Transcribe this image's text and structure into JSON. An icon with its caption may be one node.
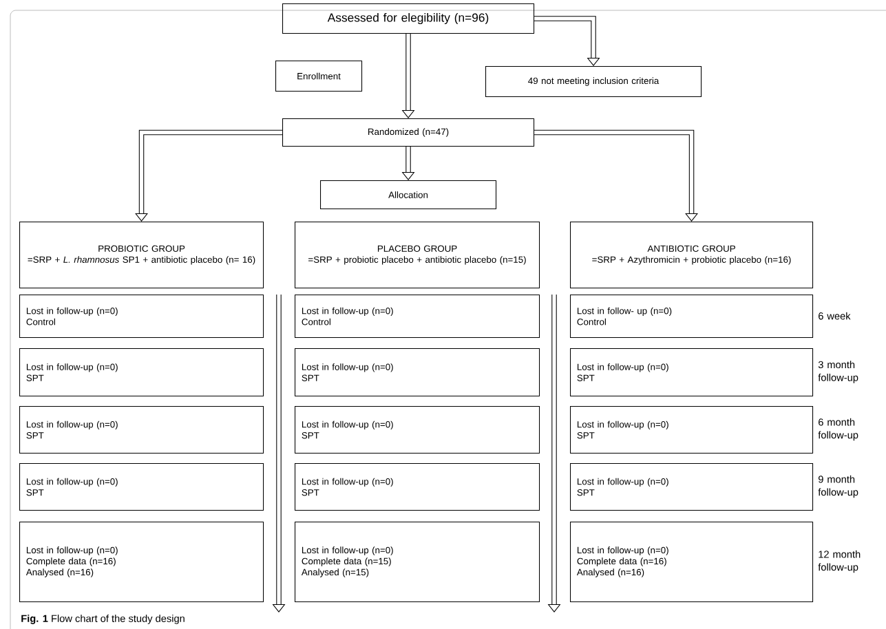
{
  "diagram": {
    "caption": "**Fig. 1** Flow chart of the study design",
    "nodes": [
      {
        "text": [
          "Assessed for elegibility (n=96)"
        ]
      },
      {
        "text": [
          "Enrollment"
        ]
      },
      {
        "text": [
          "49 not meeting inclusion criteria"
        ]
      },
      {
        "text": [
          "Randomized (n=47)"
        ]
      },
      {
        "text": [
          "Allocation"
        ]
      },
      {
        "text": [
          "PROBIOTIC GROUP",
          "=SRP + *L. rhamnosus* SP1 + antibiotic placebo (n= 16)"
        ]
      },
      {
        "text": [
          "PLACEBO GROUP",
          "=SRP + probiotic placebo + antibiotic placebo (n=15)"
        ]
      },
      {
        "text": [
          "ANTIBIOTIC GROUP",
          "=SRP + Azythromicin + probiotic placebo (n=16)"
        ]
      },
      {
        "text": [
          "Lost in follow-up (n=0)",
          "Control"
        ]
      },
      {
        "text": [
          "Lost in follow-up (n=0)",
          "SPT"
        ]
      },
      {
        "text": [
          "Lost in follow-up (n=0)",
          "SPT"
        ]
      },
      {
        "text": [
          "Lost in follow-up (n=0)",
          "SPT"
        ]
      },
      {
        "text": [
          "Lost in follow-up (n=0)",
          "Complete data (n=16)",
          "Analysed (n=16)"
        ]
      },
      {
        "text": [
          "Lost in follow-up (n=0)",
          "Control"
        ]
      },
      {
        "text": [
          "Lost in follow-up (n=0)",
          "SPT"
        ]
      },
      {
        "text": [
          "Lost in follow-up (n=0)",
          "SPT"
        ]
      },
      {
        "text": [
          "Lost in follow-up (n=0)",
          "SPT"
        ]
      },
      {
        "text": [
          "Lost in follow-up (n=0)",
          "Complete data (n=15)",
          "Analysed (n=15)"
        ]
      },
      {
        "text": [
          "Lost in follow- up (n=0)",
          "Control"
        ],
        "beside": [
          "6 week"
        ]
      },
      {
        "text": [
          "Lost in follow-up (n=0)",
          "SPT"
        ],
        "beside": [
          "3 month follow-up"
        ]
      },
      {
        "text": [
          "Lost in follow-up (n=0)",
          "SPT"
        ],
        "beside": [
          "6 month follow-up"
        ]
      },
      {
        "text": [
          "Lost in follow-up (n=0)",
          "SPT"
        ],
        "beside": [
          "9 month follow-up"
        ]
      },
      {
        "text": [
          "Lost in follow-up (n=0)",
          "Complete data (n=16)",
          "Analysed (n=16)"
        ],
        "beside": [
          "12 month follow-up"
        ]
      }
    ],
    "edges": [
      {
        "from": 0,
        "to": 2,
        "arrow": "to"
      },
      {
        "from": 0,
        "to": 3,
        "arrow": "to"
      },
      {
        "from": 3,
        "to": 4,
        "arrow": "to"
      },
      {
        "from": 3,
        "to": 5,
        "arrow": "to"
      },
      {
        "from": 3,
        "to": 7,
        "arrow": "to"
      }
    ]
  }
}
